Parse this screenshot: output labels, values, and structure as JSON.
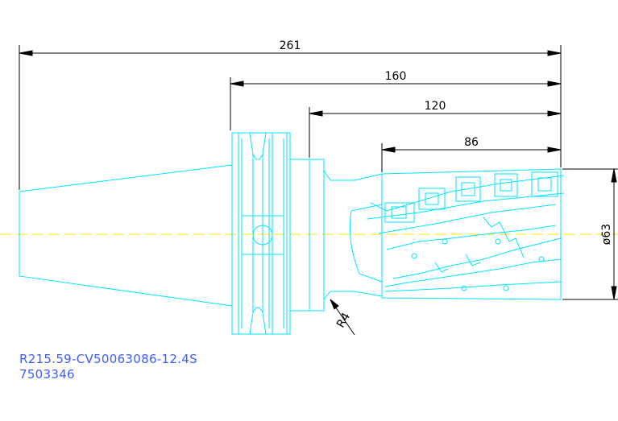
{
  "drawing": {
    "dimensions": {
      "overall_length": "261",
      "length_a": "160",
      "length_b": "120",
      "length_c": "86",
      "diameter": "ø63",
      "radius": "R4"
    },
    "part_number": "R215.59-CV50063086-12.4S",
    "item_code": "7503346"
  },
  "colors": {
    "part_outline": "#00e5ff",
    "dimension_line": "#000000",
    "centerline": "#ffe600",
    "label_text": "#3d5cff"
  }
}
